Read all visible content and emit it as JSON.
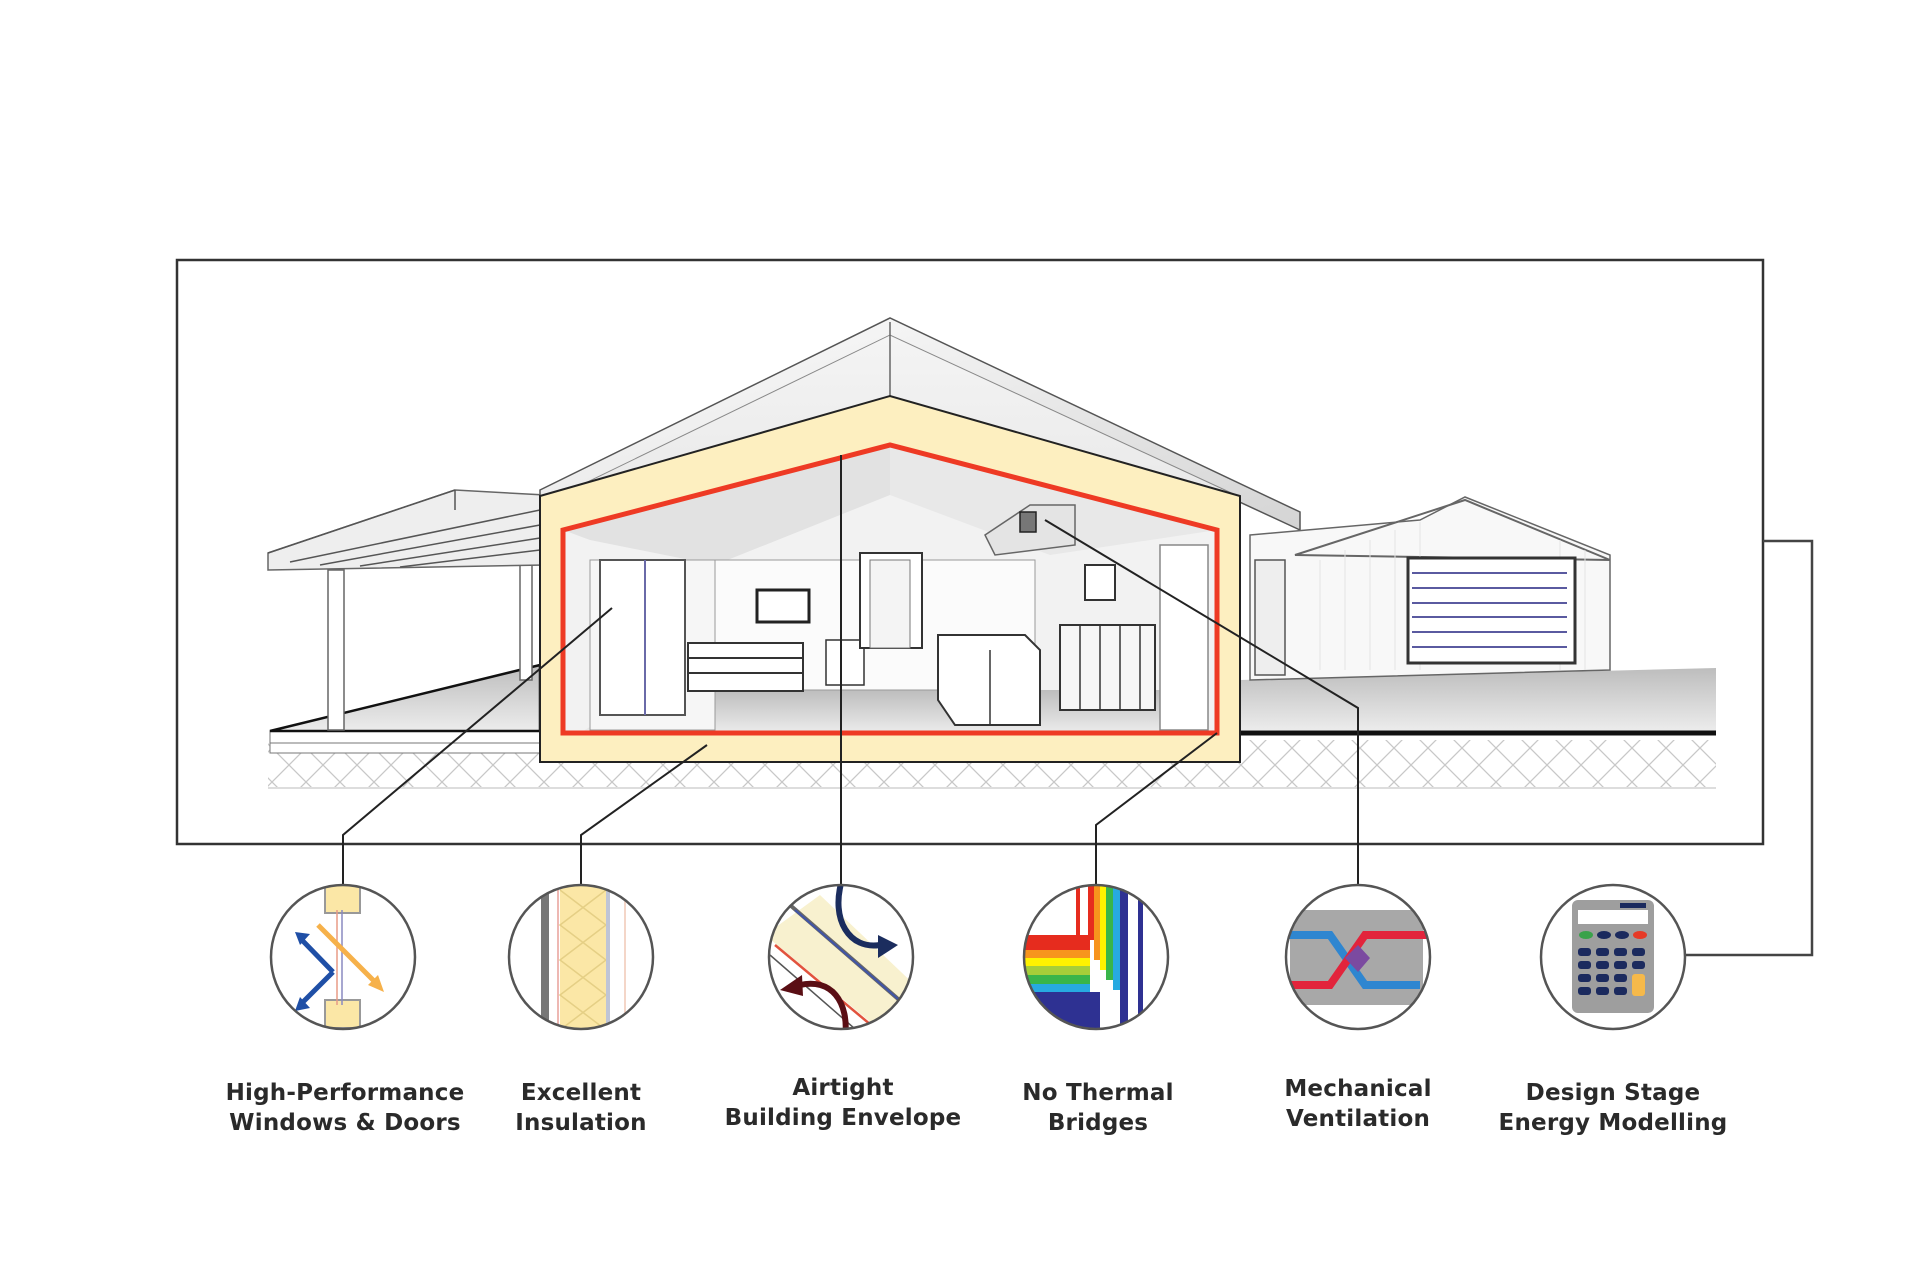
{
  "diagram": {
    "subject": "Passive house cross-section principles",
    "colors": {
      "frame": "#333333",
      "insulation": "#fdefc0",
      "airtight_line": "#ee3a24",
      "floor_fill": "#d9d9d9",
      "text": "#2a2a2a"
    },
    "features": [
      {
        "id": "windows",
        "icon": "window-frame-arrows-icon",
        "line1": "High-Performance",
        "line2": "Windows & Doors"
      },
      {
        "id": "insulation",
        "icon": "insulation-layer-icon",
        "line1": "Excellent",
        "line2": "Insulation"
      },
      {
        "id": "airtight",
        "icon": "airtight-membrane-arrows-icon",
        "line1": "Airtight",
        "line2": "Building Envelope"
      },
      {
        "id": "thermal",
        "icon": "thermal-gradient-corner-icon",
        "line1": "No Thermal",
        "line2": "Bridges"
      },
      {
        "id": "ventilation",
        "icon": "heat-exchanger-icon",
        "line1": "Mechanical",
        "line2": "Ventilation"
      },
      {
        "id": "modelling",
        "icon": "calculator-icon",
        "line1": "Design Stage",
        "line2": "Energy Modelling"
      }
    ]
  }
}
